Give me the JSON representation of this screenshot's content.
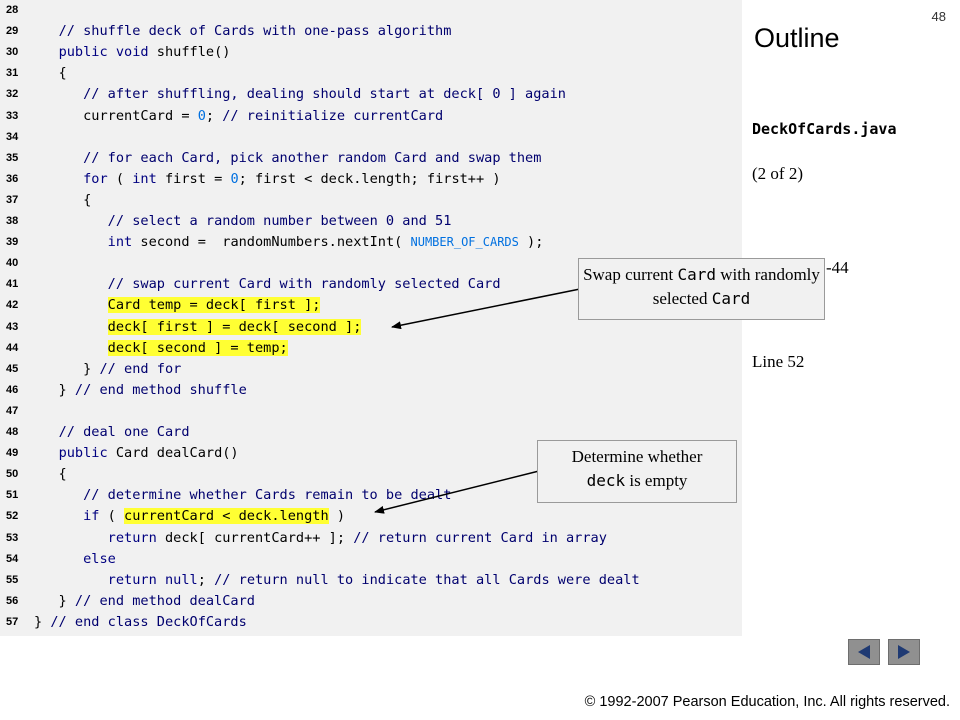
{
  "slide": {
    "page_number": "48",
    "outline_title": "Outline",
    "filename": "DeckOfCards.java",
    "part_label": "(2 of 2)",
    "lines_label_fragment": "-44",
    "line52_label": "Line 52",
    "copyright": "© 1992-2007 Pearson Education, Inc.  All rights reserved."
  },
  "callouts": {
    "swap": {
      "pre": "Swap current ",
      "code": "Card",
      "mid": " with randomly selected ",
      "code2": "Card"
    },
    "deck": {
      "pre": "Determine whether ",
      "code": "deck",
      "post": " is empty"
    }
  },
  "navigation": {
    "prev_icon": "triangle-left-icon",
    "next_icon": "triangle-right-icon"
  },
  "colors": {
    "code_background": "#f1f1f1",
    "highlight": "#ffff33",
    "keyword": "#000080",
    "comment": "#00006e",
    "number": "#0070e0"
  },
  "code_lines": [
    {
      "num": "28",
      "tokens": []
    },
    {
      "num": "29",
      "tokens": [
        {
          "t": "   ",
          "c": "pl"
        },
        {
          "t": "// shuffle deck of Cards with one-pass algorithm",
          "c": "cm"
        }
      ]
    },
    {
      "num": "30",
      "tokens": [
        {
          "t": "   ",
          "c": "pl"
        },
        {
          "t": "public void",
          "c": "kw"
        },
        {
          "t": " shuffle()",
          "c": "pl"
        }
      ]
    },
    {
      "num": "31",
      "tokens": [
        {
          "t": "   {",
          "c": "pl"
        }
      ]
    },
    {
      "num": "32",
      "tokens": [
        {
          "t": "      ",
          "c": "pl"
        },
        {
          "t": "// after shuffling, dealing should start at deck[ 0 ] again",
          "c": "cm"
        }
      ]
    },
    {
      "num": "33",
      "tokens": [
        {
          "t": "      currentCard = ",
          "c": "pl"
        },
        {
          "t": "0",
          "c": "num"
        },
        {
          "t": "; ",
          "c": "pl"
        },
        {
          "t": "// reinitialize currentCard",
          "c": "cm"
        }
      ]
    },
    {
      "num": "34",
      "tokens": []
    },
    {
      "num": "35",
      "tokens": [
        {
          "t": "      ",
          "c": "pl"
        },
        {
          "t": "// for each Card, pick another random Card and swap them",
          "c": "cm"
        }
      ]
    },
    {
      "num": "36",
      "tokens": [
        {
          "t": "      ",
          "c": "pl"
        },
        {
          "t": "for",
          "c": "kw"
        },
        {
          "t": " ( ",
          "c": "pl"
        },
        {
          "t": "int",
          "c": "kw"
        },
        {
          "t": " first = ",
          "c": "pl"
        },
        {
          "t": "0",
          "c": "num"
        },
        {
          "t": "; first < deck.length; first++ )",
          "c": "pl"
        }
      ]
    },
    {
      "num": "37",
      "tokens": [
        {
          "t": "      {",
          "c": "pl"
        }
      ]
    },
    {
      "num": "38",
      "tokens": [
        {
          "t": "         ",
          "c": "pl"
        },
        {
          "t": "// select a random number between 0 and 51",
          "c": "cm"
        }
      ]
    },
    {
      "num": "39",
      "tokens": [
        {
          "t": "         ",
          "c": "pl"
        },
        {
          "t": "int",
          "c": "kw"
        },
        {
          "t": " second =  randomNumbers.nextInt( ",
          "c": "pl"
        },
        {
          "t": "NUMBER_OF_CARDS",
          "c": "const"
        },
        {
          "t": " );",
          "c": "pl"
        }
      ]
    },
    {
      "num": "40",
      "tokens": []
    },
    {
      "num": "41",
      "tokens": [
        {
          "t": "         ",
          "c": "pl"
        },
        {
          "t": "// swap current Card with randomly selected Card",
          "c": "cm"
        }
      ]
    },
    {
      "num": "42",
      "tokens": [
        {
          "t": "         ",
          "c": "pl"
        },
        {
          "t": "Card temp = deck[ first ];",
          "c": "pl",
          "hl": true
        }
      ]
    },
    {
      "num": "43",
      "tokens": [
        {
          "t": "         ",
          "c": "pl"
        },
        {
          "t": "deck[ first ] = deck[ second ];",
          "c": "pl",
          "hl": true
        }
      ]
    },
    {
      "num": "44",
      "tokens": [
        {
          "t": "         ",
          "c": "pl"
        },
        {
          "t": "deck[ second ] = temp;",
          "c": "pl",
          "hl": true
        }
      ]
    },
    {
      "num": "45",
      "tokens": [
        {
          "t": "      } ",
          "c": "pl"
        },
        {
          "t": "// end for",
          "c": "cm"
        }
      ]
    },
    {
      "num": "46",
      "tokens": [
        {
          "t": "   } ",
          "c": "pl"
        },
        {
          "t": "// end method shuffle",
          "c": "cm"
        }
      ]
    },
    {
      "num": "47",
      "tokens": []
    },
    {
      "num": "48",
      "tokens": [
        {
          "t": "   ",
          "c": "pl"
        },
        {
          "t": "// deal one Card",
          "c": "cm"
        }
      ]
    },
    {
      "num": "49",
      "tokens": [
        {
          "t": "   ",
          "c": "pl"
        },
        {
          "t": "public",
          "c": "kw"
        },
        {
          "t": " Card dealCard()",
          "c": "pl"
        }
      ]
    },
    {
      "num": "50",
      "tokens": [
        {
          "t": "   {",
          "c": "pl"
        }
      ]
    },
    {
      "num": "51",
      "tokens": [
        {
          "t": "      ",
          "c": "pl"
        },
        {
          "t": "// determine whether Cards remain to be dealt",
          "c": "cm"
        }
      ]
    },
    {
      "num": "52",
      "tokens": [
        {
          "t": "      ",
          "c": "pl"
        },
        {
          "t": "if",
          "c": "kw"
        },
        {
          "t": " ( ",
          "c": "pl"
        },
        {
          "t": "currentCard < deck.length",
          "c": "pl",
          "hl": true
        },
        {
          "t": " )",
          "c": "pl"
        }
      ]
    },
    {
      "num": "53",
      "tokens": [
        {
          "t": "         ",
          "c": "pl"
        },
        {
          "t": "return",
          "c": "kw"
        },
        {
          "t": " deck[ currentCard++ ]; ",
          "c": "pl"
        },
        {
          "t": "// return current Card in array",
          "c": "cm"
        }
      ]
    },
    {
      "num": "54",
      "tokens": [
        {
          "t": "      ",
          "c": "pl"
        },
        {
          "t": "else",
          "c": "kw"
        }
      ]
    },
    {
      "num": "55",
      "tokens": [
        {
          "t": "         ",
          "c": "pl"
        },
        {
          "t": "return null",
          "c": "kw"
        },
        {
          "t": "; ",
          "c": "pl"
        },
        {
          "t": "// return null to indicate that all Cards were dealt",
          "c": "cm"
        }
      ]
    },
    {
      "num": "56",
      "tokens": [
        {
          "t": "   } ",
          "c": "pl"
        },
        {
          "t": "// end method dealCard",
          "c": "cm"
        }
      ]
    },
    {
      "num": "57",
      "tokens": [
        {
          "t": "} ",
          "c": "pl"
        },
        {
          "t": "// end class DeckOfCards",
          "c": "cm"
        }
      ]
    }
  ]
}
